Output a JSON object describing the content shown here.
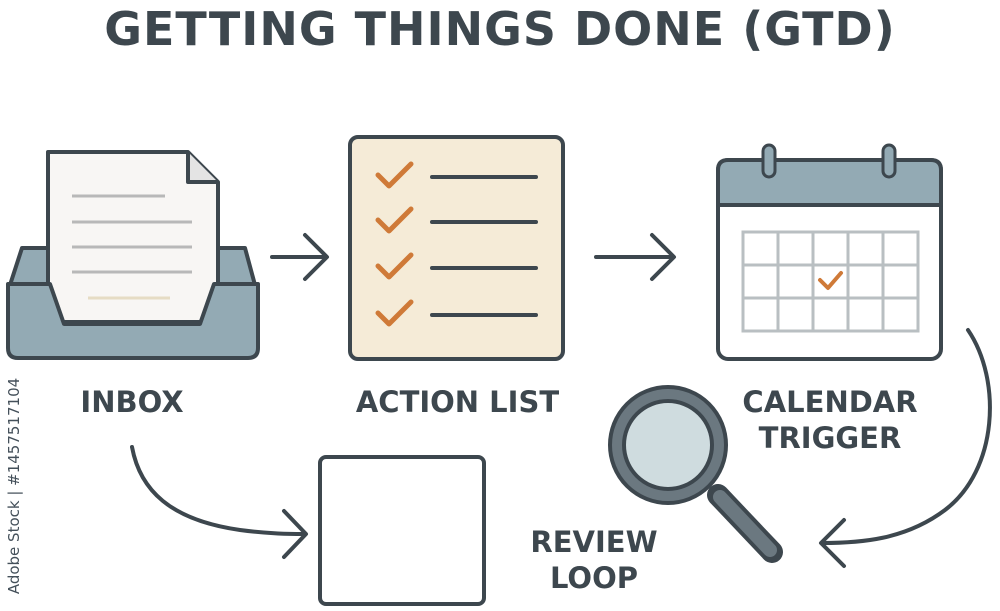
{
  "title": "GETTING THINGS DONE (GTD)",
  "stages": {
    "inbox": "INBOX",
    "action_list": "ACTION LIST",
    "calendar_line1": "CALENDAR",
    "calendar_line2": "TRIGGER",
    "review_line1": "REVIEW",
    "review_line2": "LOOP"
  },
  "watermark": "Adobe Stock | #1457517104",
  "colors": {
    "outline": "#3d474e",
    "tray": "#93aab4",
    "paper": "#f8f6f4",
    "list_bg": "#f5ebd7",
    "check": "#cf7a38",
    "calendar_header": "#93aab4",
    "lens": "#cfdcdf"
  },
  "icons": [
    "inbox-tray-icon",
    "checklist-icon",
    "calendar-icon",
    "magnifier-icon",
    "blank-box-icon",
    "arrow-icon"
  ]
}
